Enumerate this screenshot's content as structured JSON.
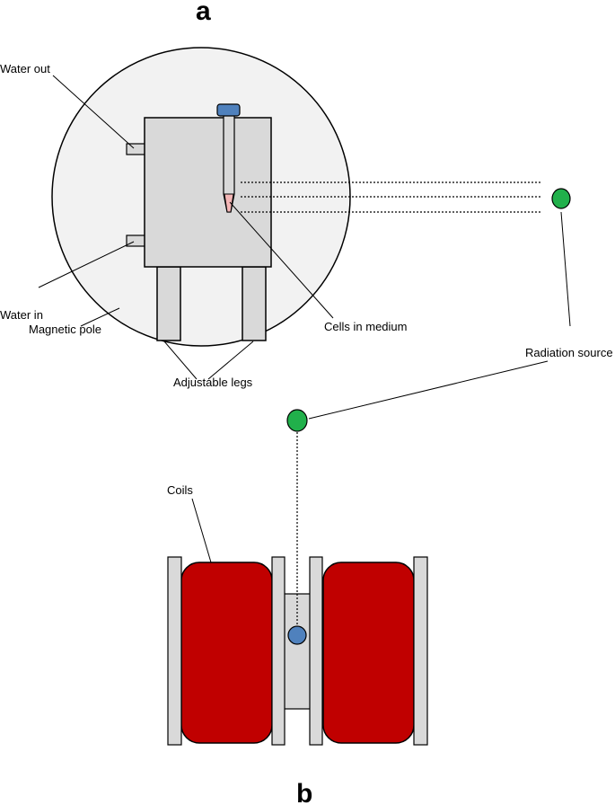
{
  "panels": {
    "a": {
      "letter": "a"
    },
    "b": {
      "letter": "b"
    }
  },
  "labels": {
    "water_out": "Water out",
    "water_in": "Water in",
    "magnetic_pole": "Magnetic pole",
    "adjustable_legs": "Adjustable legs",
    "cells_in_medium": "Cells in medium",
    "radiation_source": "Radiation source",
    "coils": "Coils"
  },
  "colors": {
    "magnetic_pole_fill": "#f2f2f2",
    "chamber_fill": "#d9d9d9",
    "coil_fill": "#c00000",
    "radiation_source_fill": "#21b04b",
    "cap_fill": "#4f81bd",
    "sample_fill": "#4f81bd",
    "cells_fill": "#f4b6b6",
    "outline": "#000000"
  }
}
